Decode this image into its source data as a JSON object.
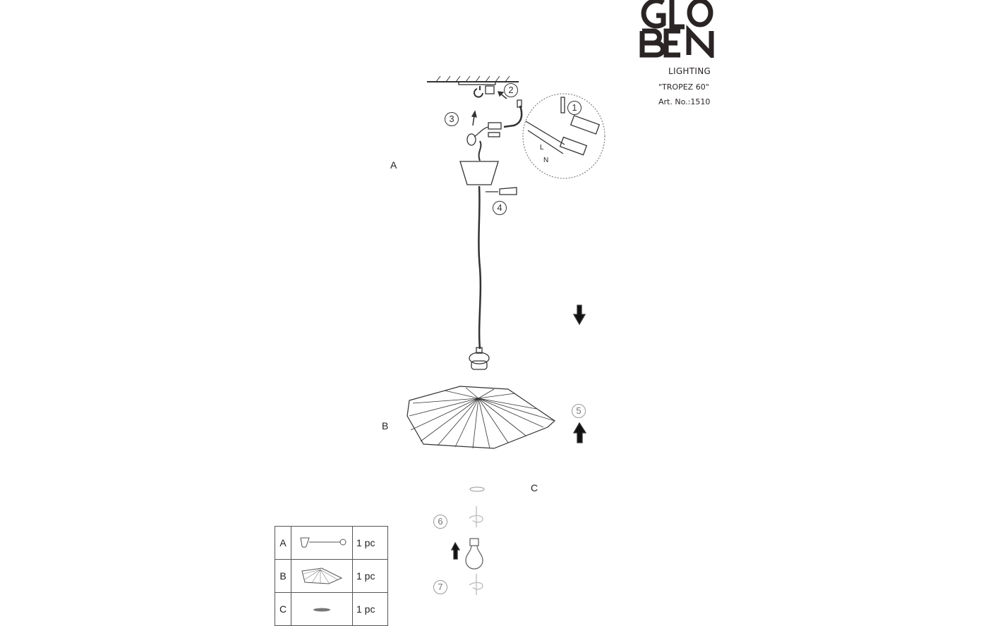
{
  "brand": {
    "logo_letters": [
      "G",
      "L",
      "O",
      "B",
      "E",
      "N"
    ],
    "subtitle": "LIGHTING",
    "model": "\"TROPEZ 60\"",
    "article": "Art. No.:1510"
  },
  "part_labels": {
    "a": "A",
    "b": "B",
    "c": "C"
  },
  "wiring_detail": {
    "live": "L",
    "neutral": "N"
  },
  "steps": [
    "1",
    "2",
    "3",
    "4",
    "5",
    "6",
    "7"
  ],
  "parts_table": [
    {
      "letter": "A",
      "name": "pendant-cord-with-canopy",
      "qty": "1 pc"
    },
    {
      "letter": "B",
      "name": "lamp-shade",
      "qty": "1 pc"
    },
    {
      "letter": "C",
      "name": "shade-ring",
      "qty": "1 pc"
    }
  ]
}
